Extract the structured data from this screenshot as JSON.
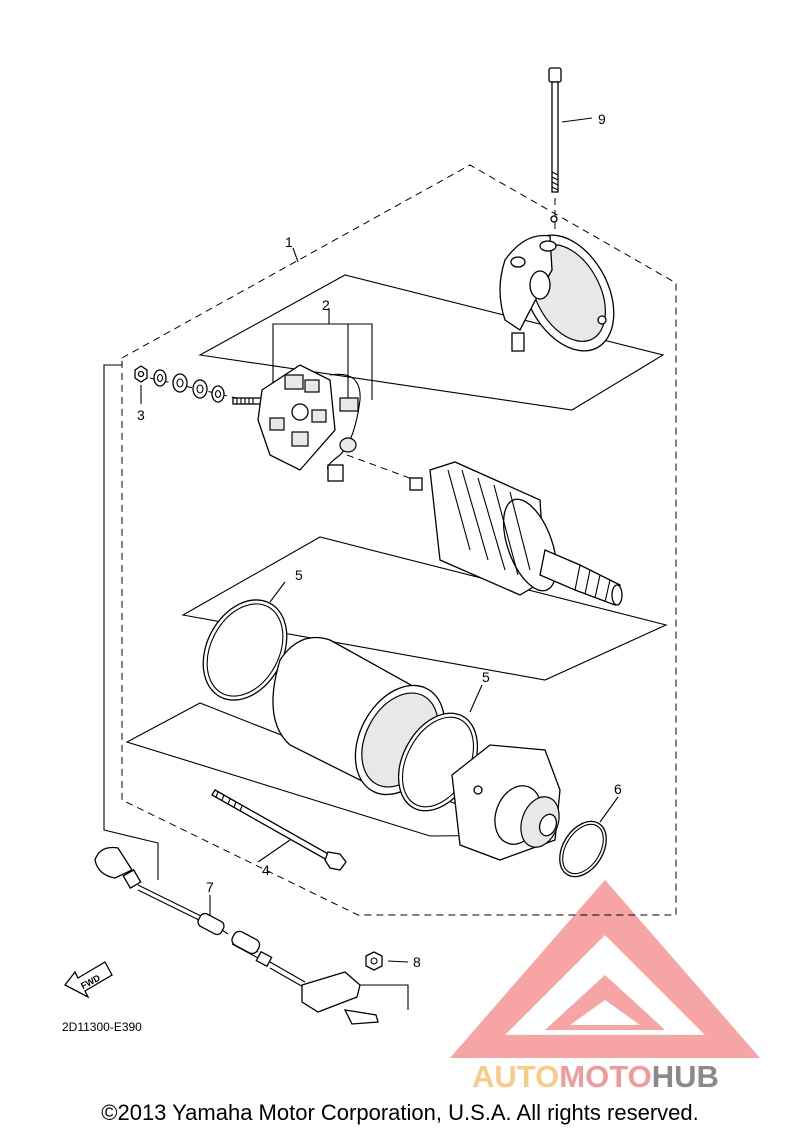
{
  "diagram": {
    "callouts": [
      "1",
      "2",
      "3",
      "4",
      "5",
      "5",
      "6",
      "7",
      "8",
      "9"
    ],
    "drawing_code": "2D11300-E390",
    "fwd_label": "FWD"
  },
  "watermark": {
    "part1": "AUTO",
    "part2": "MOTO",
    "part3": "HUB",
    "color1": "#f7c06a",
    "color2": "#f08080",
    "color3": "#6e6e6e"
  },
  "footer": {
    "copyright": "©2013 Yamaha Motor Corporation, U.S.A. All rights reserved."
  }
}
